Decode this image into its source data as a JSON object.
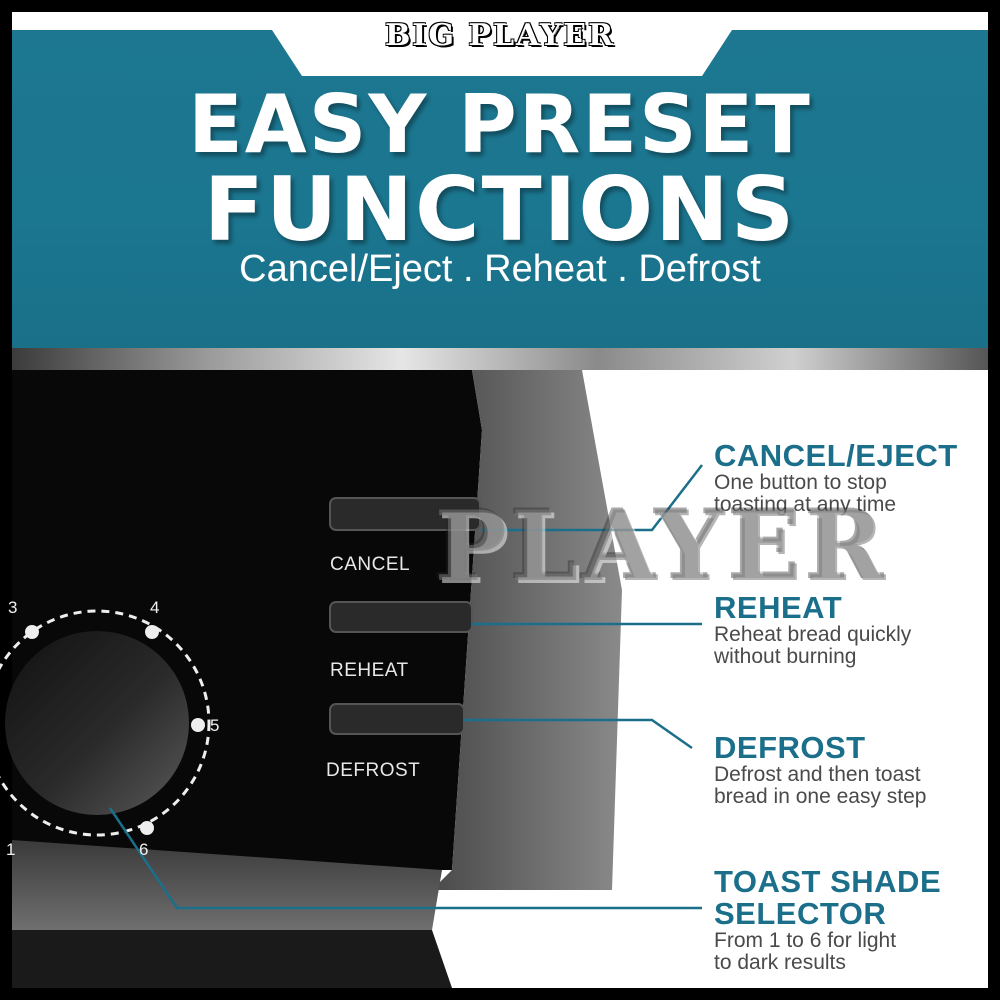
{
  "brand": "BIG PLAYER",
  "headline_line1": "EASY PRESET",
  "headline_line2": "FUNCTIONS",
  "subtitle": "Cancel/Eject . Reheat . Defrost",
  "buttons": [
    "CANCEL",
    "REHEAT",
    "DEFROST"
  ],
  "dial_numbers": [
    "3",
    "4",
    "5",
    "6",
    "1"
  ],
  "callouts": [
    {
      "title": "CANCEL/EJECT",
      "line1": "One button to stop",
      "line2": "toasting at any time"
    },
    {
      "title": "REHEAT",
      "line1": "Reheat bread quickly",
      "line2": "without burning"
    },
    {
      "title": "DEFROST",
      "line1": "Defrost and then toast",
      "line2": "bread in one easy step"
    },
    {
      "title_line1": "TOAST SHADE",
      "title_line2": "SELECTOR",
      "line1": "From 1 to 6 for light",
      "line2": "to dark results"
    }
  ],
  "watermark": "PLAYER",
  "colors": {
    "banner": "#1b7690",
    "accent": "#1b6f8a",
    "toaster": "#0a0a0a"
  }
}
